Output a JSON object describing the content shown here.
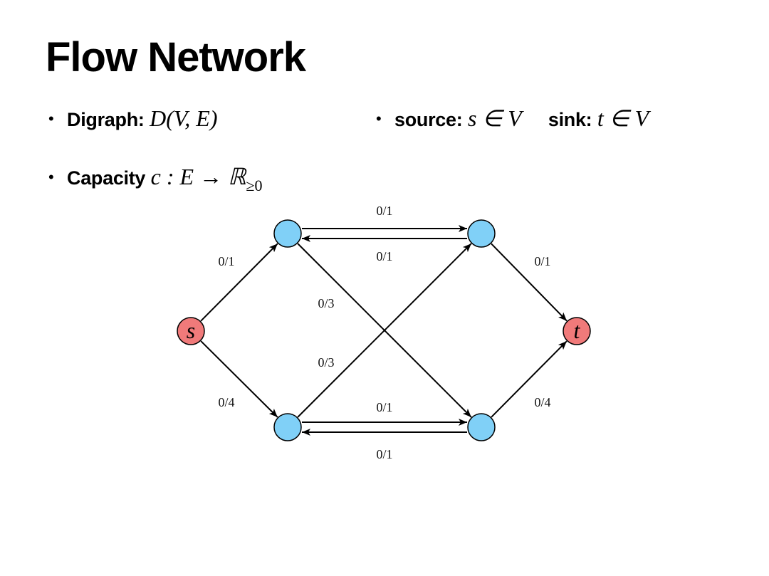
{
  "slide": {
    "title": "Flow Network",
    "bullets": {
      "digraph_label": "Digraph:",
      "digraph_math": "D(V, E)",
      "source_label": "source:",
      "source_math": "s ∈ V",
      "sink_label": "sink:",
      "sink_math": "t ∈ V",
      "capacity_label": "Capacity",
      "capacity_math": "c : E → ℝ",
      "capacity_sub": "≥0"
    }
  },
  "graph": {
    "colors": {
      "node": "#80d0f7",
      "terminal": "#f07a7a",
      "stroke": "#000000"
    },
    "nodes": [
      {
        "id": "s",
        "label": "s",
        "terminal": true
      },
      {
        "id": "a",
        "label": "",
        "terminal": false
      },
      {
        "id": "b",
        "label": "",
        "terminal": false
      },
      {
        "id": "c",
        "label": "",
        "terminal": false
      },
      {
        "id": "d",
        "label": "",
        "terminal": false
      },
      {
        "id": "t",
        "label": "t",
        "terminal": true
      }
    ],
    "edges": [
      {
        "id": "s-a",
        "from": "s",
        "to": "a",
        "label": "0/1"
      },
      {
        "id": "s-c",
        "from": "s",
        "to": "c",
        "label": "0/4"
      },
      {
        "id": "a-b",
        "from": "a",
        "to": "b",
        "label": "0/1"
      },
      {
        "id": "b-a",
        "from": "b",
        "to": "a",
        "label": "0/1"
      },
      {
        "id": "a-d",
        "from": "a",
        "to": "d",
        "label": "0/3"
      },
      {
        "id": "c-b",
        "from": "c",
        "to": "b",
        "label": "0/3"
      },
      {
        "id": "c-d",
        "from": "c",
        "to": "d",
        "label": "0/1"
      },
      {
        "id": "d-c",
        "from": "d",
        "to": "c",
        "label": "0/1"
      },
      {
        "id": "b-t",
        "from": "b",
        "to": "t",
        "label": "0/1"
      },
      {
        "id": "d-t",
        "from": "d",
        "to": "t",
        "label": "0/4"
      }
    ]
  }
}
